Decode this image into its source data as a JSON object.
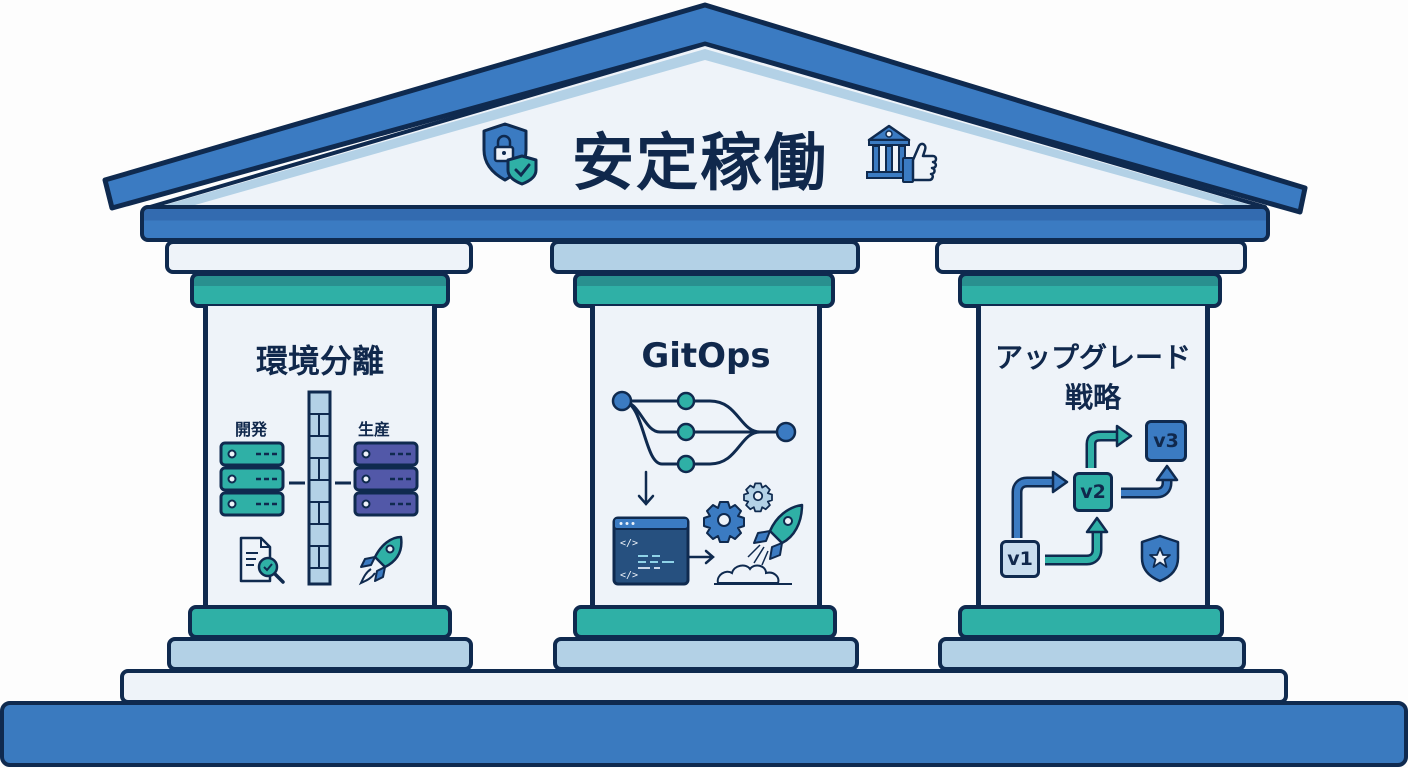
{
  "diagram": {
    "title": "安定稼働",
    "title_icons": [
      "shield-lock-icon",
      "temple-thumbs-up-icon"
    ],
    "pillars": [
      {
        "title": "環境分離",
        "labels": {
          "left": "開発",
          "right": "生産"
        },
        "icons": [
          "server-stack-icon-dev",
          "firewall-wall-icon",
          "server-stack-icon-prod",
          "document-search-icon",
          "rocket-icon"
        ]
      },
      {
        "title": "GitOps",
        "icons": [
          "git-branch-merge-icon",
          "down-arrow-icon",
          "code-window-icon",
          "gears-icon",
          "rocket-launch-icon"
        ],
        "code_tags": [
          "</>",
          "</>"
        ]
      },
      {
        "title_line1": "アップグレード",
        "title_line2": "戦略",
        "versions": [
          "v1",
          "v2",
          "v3"
        ],
        "icons": [
          "version-step-arrows-icon",
          "shield-star-icon"
        ]
      }
    ],
    "colors": {
      "navy_outline": "#0f2a4f",
      "roof_blue": "#3b7bc2",
      "teal": "#2fb0a6",
      "light_blue": "#b3d1e6",
      "column_white": "#eef3f9",
      "prod_purple": "#5258a8"
    }
  }
}
